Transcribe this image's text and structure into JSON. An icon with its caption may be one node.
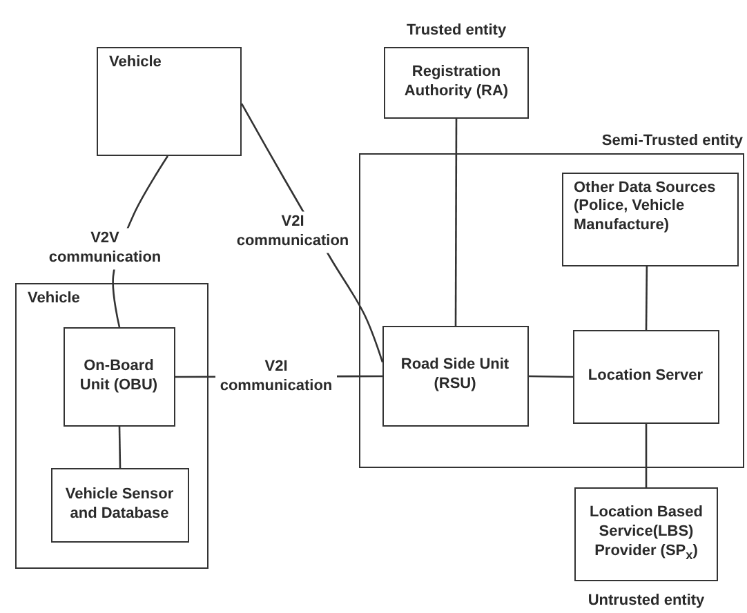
{
  "diagram": {
    "nodes": [
      {
        "text": [
          "Vehicle"
        ]
      },
      {
        "text": [
          "Registration Authority (RA)"
        ],
        "beside": [
          "Trusted entity"
        ]
      },
      {
        "text": [
          "Semi-Trusted entity"
        ]
      },
      {
        "text": [
          "Other Data Sources (Police, Vehicle Manufacture)"
        ],
        "in": 2
      },
      {
        "text": [
          "Vehicle"
        ]
      },
      {
        "text": [
          "On-Board Unit (OBU)"
        ],
        "in": 4
      },
      {
        "text": [
          "Road Side Unit (RSU)"
        ],
        "in": 2
      },
      {
        "text": [
          "Location Server"
        ],
        "in": 2
      },
      {
        "text": [
          "Vehicle Sensor and Database"
        ],
        "in": 4
      },
      {
        "text": [
          "Location Based Service(LBS) Provider (SP$_{x}$)"
        ],
        "beside": [
          "Untrusted entity"
        ]
      }
    ],
    "edges": [
      {
        "from": 0,
        "to": 5,
        "arrow": "none",
        "label": "V2V communication"
      },
      {
        "from": 0,
        "to": 6,
        "arrow": "none",
        "label": "V2I communication"
      },
      {
        "from": 5,
        "to": 6,
        "arrow": "none",
        "label": "V2I communication"
      },
      {
        "from": 5,
        "to": 8,
        "arrow": "none"
      },
      {
        "from": 1,
        "to": 6,
        "arrow": "none"
      },
      {
        "from": 3,
        "to": 7,
        "arrow": "none"
      },
      {
        "from": 6,
        "to": 7,
        "arrow": "none"
      },
      {
        "from": 7,
        "to": 9,
        "arrow": "none"
      }
    ]
  }
}
